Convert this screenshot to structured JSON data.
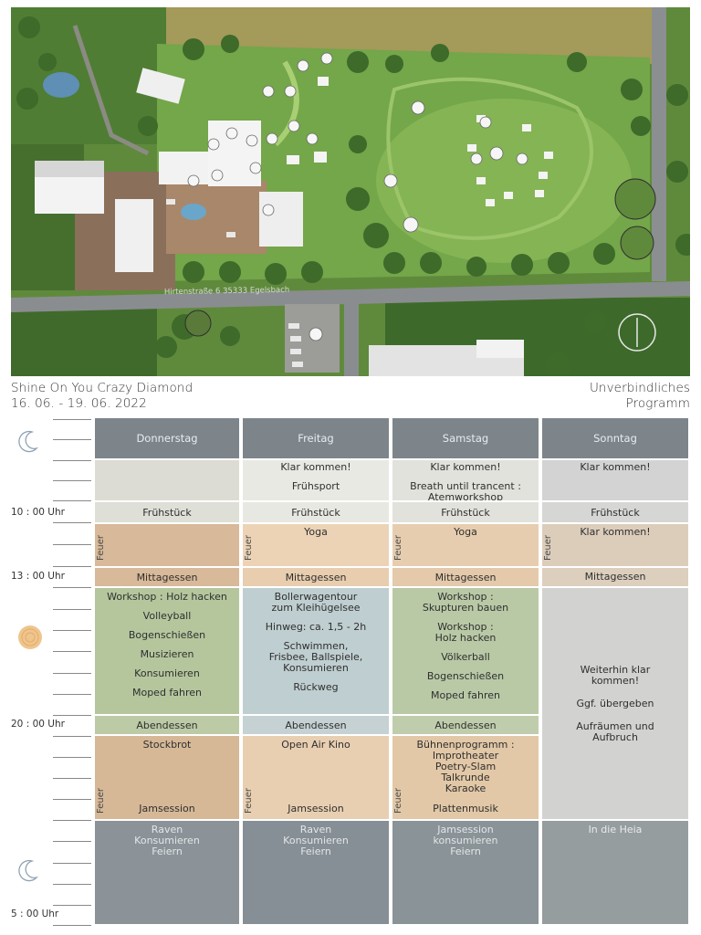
{
  "header": {
    "title": "Shine On You Crazy Diamond",
    "dates": "16. 06. - 19. 06. 2022",
    "right_line1": "Unverbindliches",
    "right_line2": "Programm"
  },
  "map": {
    "street_label": "Hirtenstraße 6  35333 Egelsbach"
  },
  "times": {
    "t1": "10 : 00 Uhr",
    "t2": "13 : 00 Uhr",
    "t3": "20 : 00 Uhr",
    "t4": "5 : 00 Uhr"
  },
  "days": {
    "d1": "Donnerstag",
    "d2": "Freitag",
    "d3": "Samstag",
    "d4": "Sonntag"
  },
  "fire": "Feuer",
  "schedule": {
    "early": {
      "fr1": "Klar kommen!",
      "fr2": "Frühsport",
      "sa1": "Klar kommen!",
      "sa2": "Breath until trancent :",
      "sa3": "Atemworkshop",
      "so1": "Klar kommen!"
    },
    "breakfast": {
      "do": "Frühstück",
      "fr": "Frühstück",
      "sa": "Frühstück",
      "so": "Frühstück"
    },
    "morning": {
      "fr": "Yoga",
      "sa": "Yoga",
      "so": "Klar kommen!"
    },
    "lunch": {
      "do": "Mittagessen",
      "fr": "Mittagessen",
      "sa": "Mittagessen",
      "so": "Mittagessen"
    },
    "afternoon": {
      "do": [
        "Workshop : Holz hacken",
        "Volleyball",
        "Bogenschießen",
        "Musizieren",
        "Konsumieren",
        "Moped fahren"
      ],
      "fr1": "Bollerwagentour",
      "fr2": "zum Kleihügelsee",
      "fr3": "Hinweg: ca. 1,5 - 2h",
      "fr4": "Schwimmen,",
      "fr5": "Frisbee, Ballspiele,",
      "fr6": "Konsumieren",
      "fr7": "Rückweg",
      "sa1": "Workshop :",
      "sa2": "Skupturen bauen",
      "sa3": "Workshop :",
      "sa4": "Holz hacken",
      "sa5": "Völkerball",
      "sa6": "Bogenschießen",
      "sa7": "Moped fahren",
      "so1": "Weiterhin klar",
      "so2": "kommen!",
      "so3": "Ggf. übergeben",
      "so4": "Aufräumen und",
      "so5": "Aufbruch"
    },
    "dinner": {
      "do": "Abendessen",
      "fr": "Abendessen",
      "sa": "Abendessen"
    },
    "evening": {
      "do1": "Stockbrot",
      "do2": "Jamsession",
      "fr1": "Open Air Kino",
      "fr2": "Jamsession",
      "sa1": "Bühnenprogramm :",
      "sa2": "Improtheater",
      "sa3": "Poetry-Slam",
      "sa4": "Talkrunde",
      "sa5": "Karaoke",
      "sa6": "Plattenmusik"
    },
    "night": {
      "do1": "Raven",
      "do2": "Konsumieren",
      "do3": "Feiern",
      "fr1": "Raven",
      "fr2": "Konsumieren",
      "fr3": "Feiern",
      "sa1": "Jamsession",
      "sa2": "konsumieren",
      "sa3": "Feiern",
      "so1": "In die Heia"
    }
  },
  "colors": {
    "day_header": "#7d858b",
    "gray": "#d6d6d4",
    "light": "#e8e8e4",
    "meal": "#dedfd9",
    "orange": "#d9b898",
    "orange_light": "#ecd7bf",
    "green": "#b7c79f",
    "blue": "#b6c7cd",
    "night": "#8a9398",
    "sunday_tan": "#dccfbd"
  }
}
